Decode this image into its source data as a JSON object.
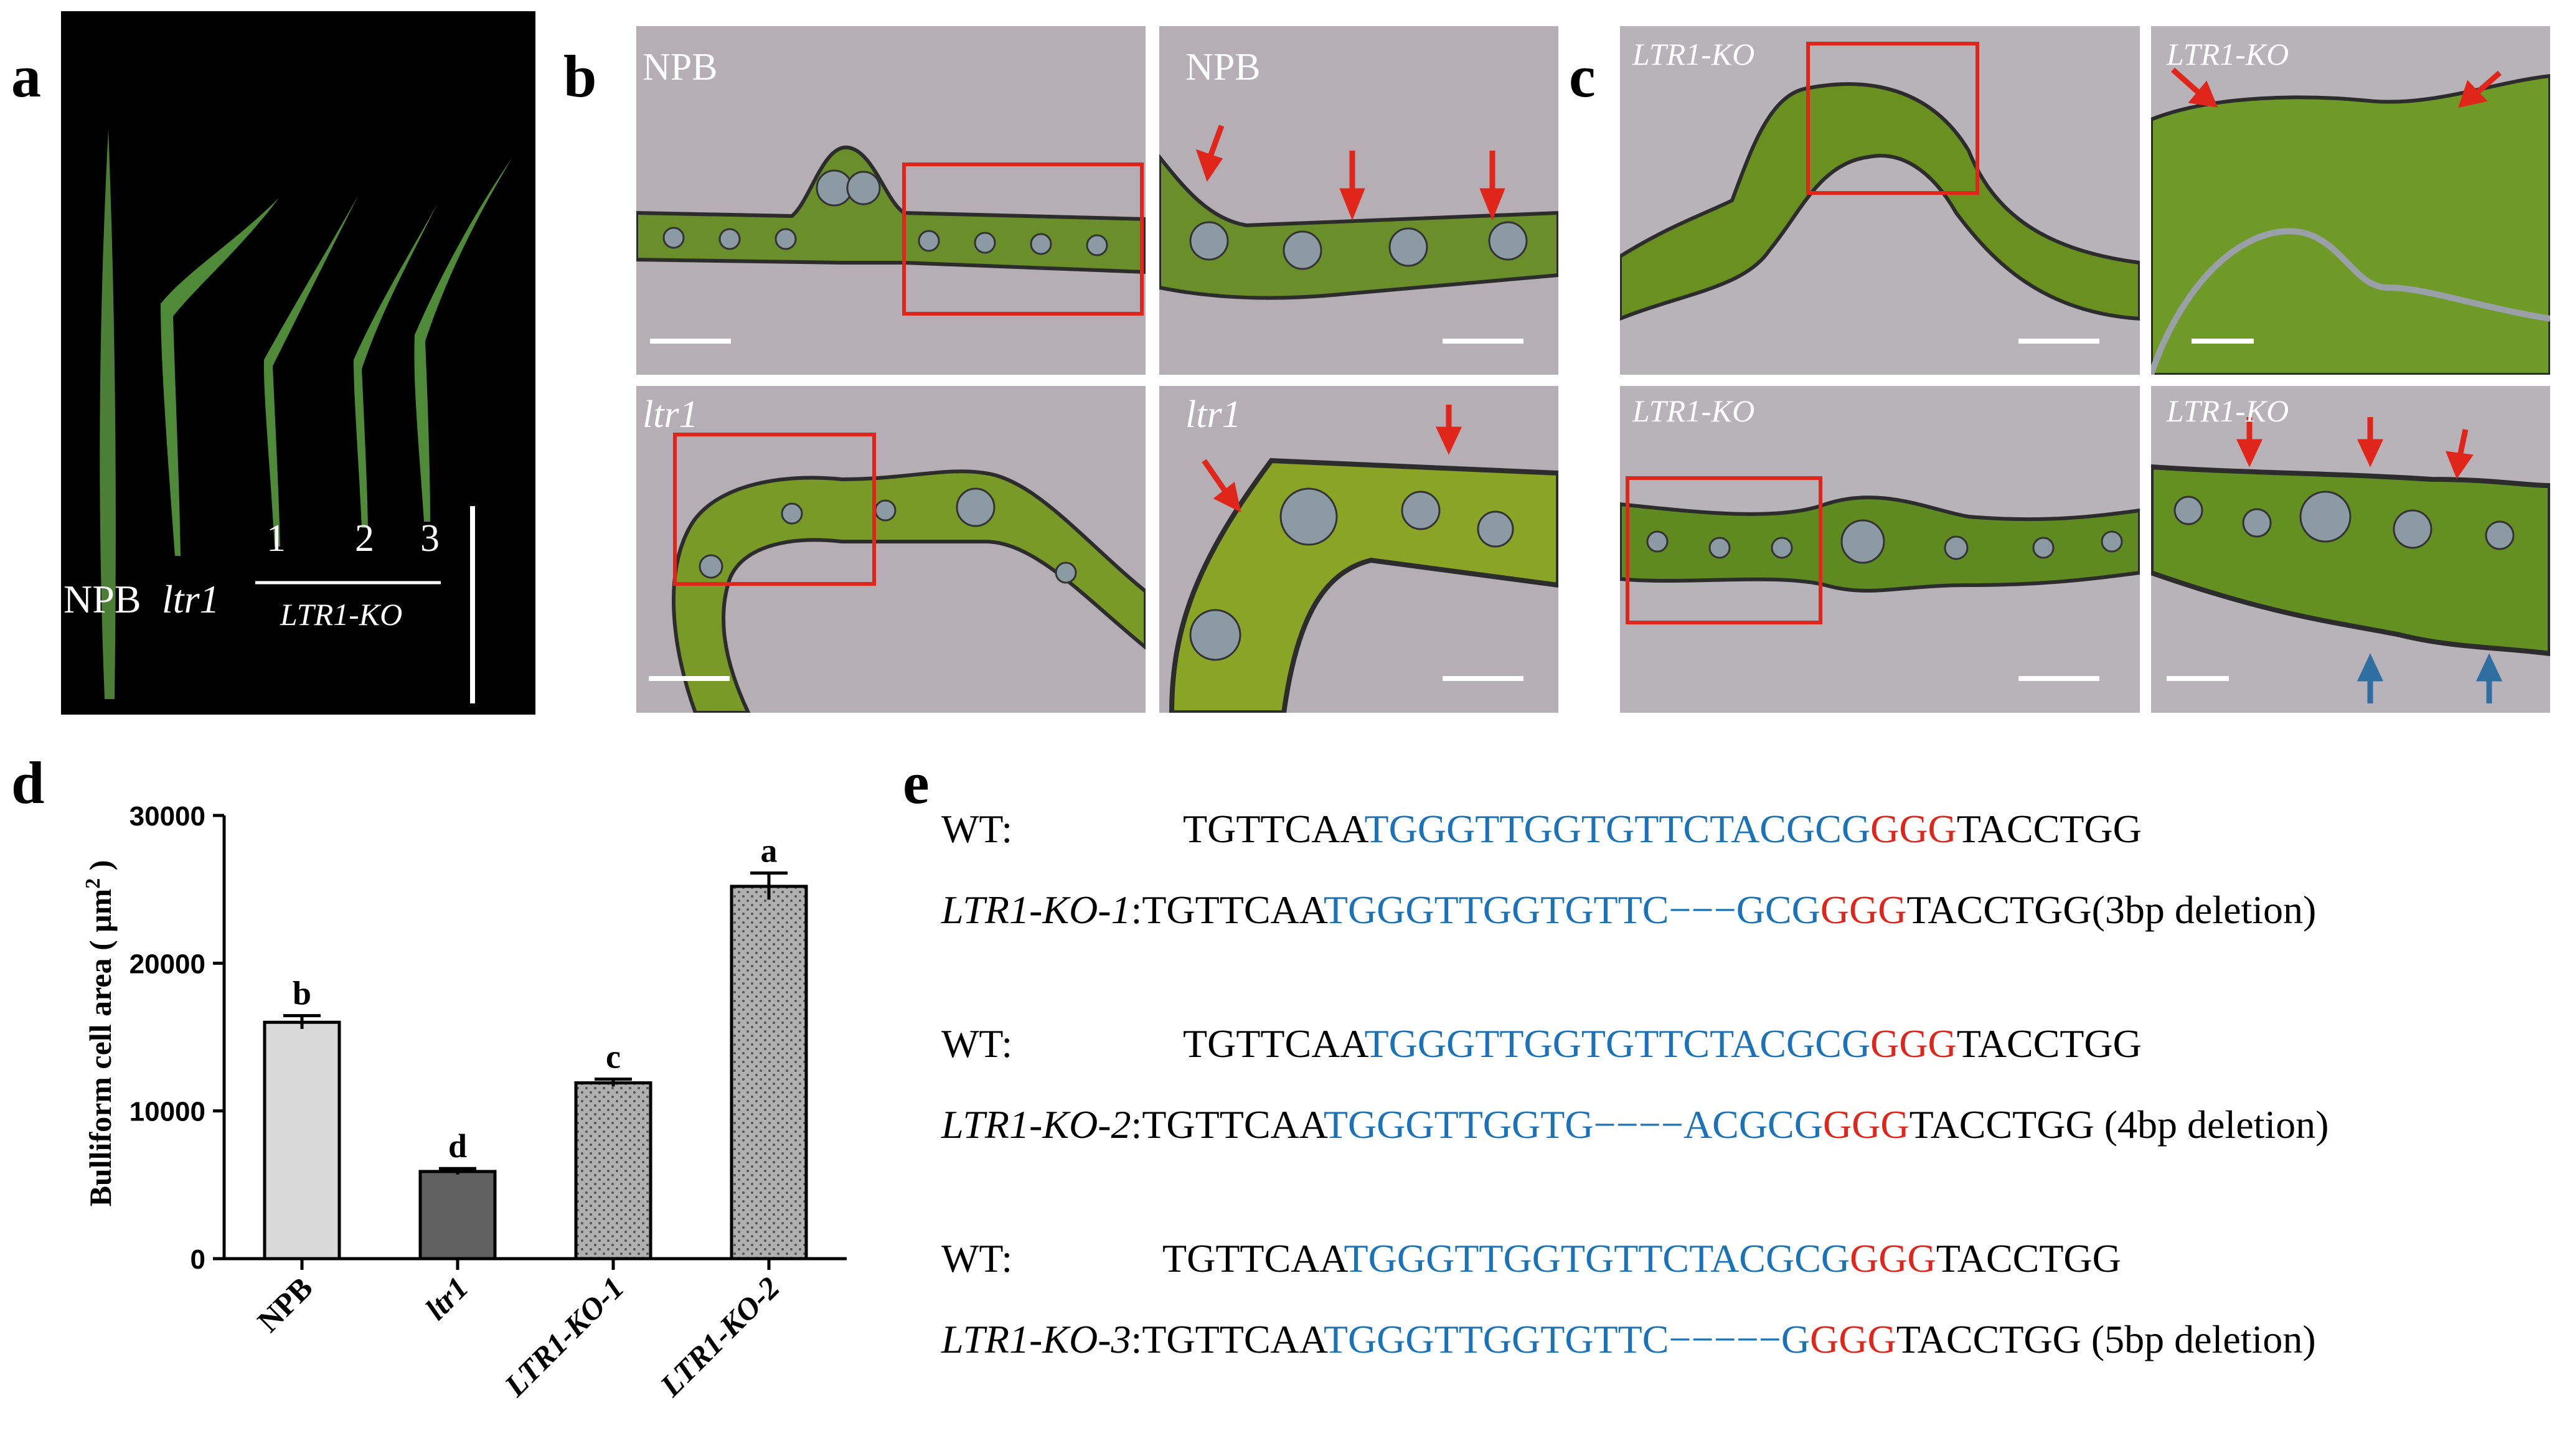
{
  "panels": {
    "a": {
      "letter": "a",
      "plant_numbers": [
        "1",
        "2",
        "3"
      ],
      "label_npb": "NPB",
      "label_ltr1": "ltr1",
      "label_ko": "LTR1-KO"
    },
    "b": {
      "letter": "b",
      "labels": [
        "NPB",
        "NPB",
        "ltr1",
        "ltr1"
      ]
    },
    "c": {
      "letter": "c",
      "labels": [
        "LTR1-KO",
        "LTR1-KO",
        "LTR1-KO",
        "LTR1-KO"
      ]
    },
    "d": {
      "letter": "d"
    },
    "e": {
      "letter": "e",
      "rows": [
        {
          "label": "WT:",
          "italic": false,
          "pre": "TGTTCAA",
          "blue": "TGGGTTGGTGTTCTACGCG",
          "red": "GGG",
          "post": "TACCTGG"
        },
        {
          "label": "LTR1-KO-1",
          "italic": true,
          "pre": ":TGTTCAA",
          "blue": "TGGGTTGGTGTTC−−−GCG",
          "red": "GGG",
          "post": "TACCTGG(3bp deletion)"
        },
        {
          "label": "WT:",
          "italic": false,
          "pre": "TGTTCAA",
          "blue": "TGGGTTGGTGTTCTACGCG",
          "red": "GGG",
          "post": "TACCTGG"
        },
        {
          "label": "LTR1-KO-2",
          "italic": true,
          "pre": ":TGTTCAA",
          "blue": "TGGGTTGGTG−−−−ACGCG",
          "red": "GGG",
          "post": "TACCTGG (4bp deletion)"
        },
        {
          "label": "WT:",
          "italic": false,
          "pre": "TGTTCAA",
          "blue": "TGGGTTGGTGTTCTACGCG",
          "red": "GGG",
          "post": "TACCTGG"
        },
        {
          "label": "LTR1-KO-3",
          "italic": true,
          "pre": ":TGTTCAA",
          "blue": "TGGGTTGGTGTTC−−−−−G",
          "red": "GGG",
          "post": "TACCTGG (5bp deletion)"
        }
      ]
    }
  },
  "chart_data": {
    "type": "bar",
    "ylabel_pre": "Bulliform cell area ( μm",
    "ylabel_sup": "2",
    "ylabel_post": ")",
    "ylim": [
      0,
      30000
    ],
    "yticks": [
      "0",
      "10000",
      "20000",
      "30000"
    ],
    "ytick_values": [
      0,
      10000,
      20000,
      30000
    ],
    "categories": [
      "NPB",
      "ltr1",
      "LTR1-KO-1",
      "LTR1-KO-2"
    ],
    "values": [
      16000,
      5900,
      11900,
      25200
    ],
    "errors": [
      450,
      200,
      250,
      900
    ],
    "letters": [
      "b",
      "d",
      "c",
      "a"
    ],
    "colors": [
      "#d9d9d9",
      "#606060",
      "#b4b4b4",
      "#a9a9a9"
    ],
    "patterns": [
      "none",
      "none",
      "dots",
      "dots"
    ]
  }
}
